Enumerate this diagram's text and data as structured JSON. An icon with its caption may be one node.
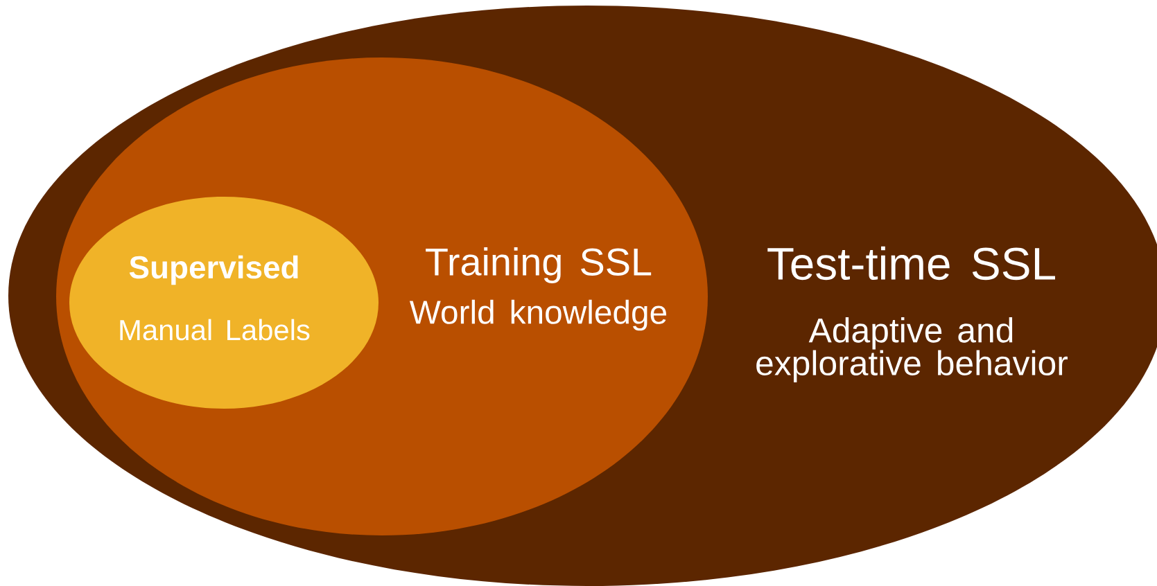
{
  "diagram": {
    "nodes": [
      {
        "text": [
          "Test-time SSL",
          "Adaptive and explorative behavior"
        ]
      },
      {
        "text": [
          "Training SSL",
          "World knowledge"
        ],
        "in": 0
      },
      {
        "text": [
          "Supervised",
          "Manual Labels"
        ],
        "in": 1
      }
    ]
  }
}
